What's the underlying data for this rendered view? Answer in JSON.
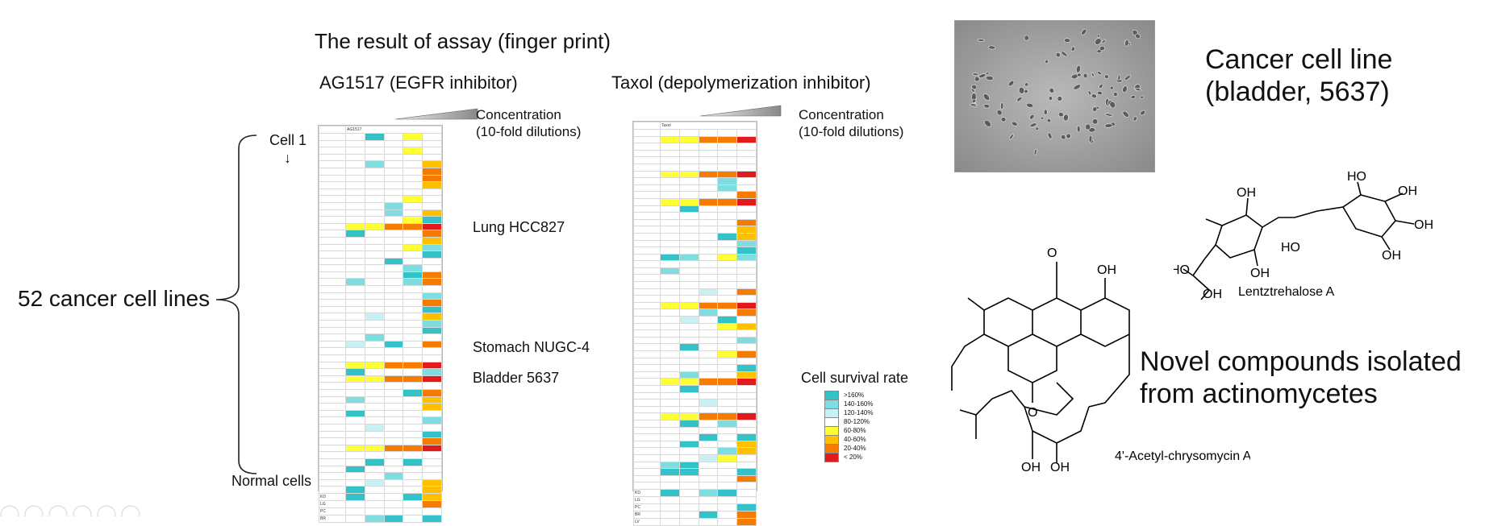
{
  "slide": {
    "title": "The result of assay (finger print)",
    "left_heatmap_title": "AG1517 (EGFR inhibitor)",
    "right_heatmap_title": "Taxol (depolymerization inhibitor)",
    "concentration_label": "Concentration\n(10-fold dilutions)",
    "cell1_label": "Cell 1",
    "cell1_arrow": "↓",
    "cancer_lines_label": "52 cancer cell lines",
    "normal_cells_label": "Normal cells",
    "annotations": [
      "Lung HCC827",
      "Stomach NUGC-4",
      "Bladder 5637"
    ],
    "cell_survival_title": "Cell survival rate",
    "legend": [
      {
        "label": ">160%",
        "color": "#33c2c8"
      },
      {
        "label": "140-160%",
        "color": "#7fdde2"
      },
      {
        "label": "120-140%",
        "color": "#c9f1f3"
      },
      {
        "label": "80-120%",
        "color": "#ffffff"
      },
      {
        "label": "60-80%",
        "color": "#ffff33"
      },
      {
        "label": "40-60%",
        "color": "#ffc000"
      },
      {
        "label": "20-40%",
        "color": "#f57c00"
      },
      {
        "label": "< 20%",
        "color": "#e11b1b"
      }
    ],
    "cancer_cell_line_heading": "Cancer cell line\n(bladder, 5637)",
    "novel_compounds": "Novel compounds isolated\nfrom actinomycetes",
    "compound_a": "Lentztrehalose A",
    "compound_b": "4'-Acetyl-chrysomycin A",
    "left_sheet_header": "AG1517",
    "right_sheet_header": "Taxol",
    "normal_rows": [
      "KD",
      "LG",
      "PC",
      "BR"
    ],
    "right_normal_rows": [
      "KD",
      "LG",
      "PC",
      "BR",
      "LV"
    ],
    "chem_labels": {
      "oh": "OH",
      "ho": "HO",
      "o": "O"
    }
  }
}
